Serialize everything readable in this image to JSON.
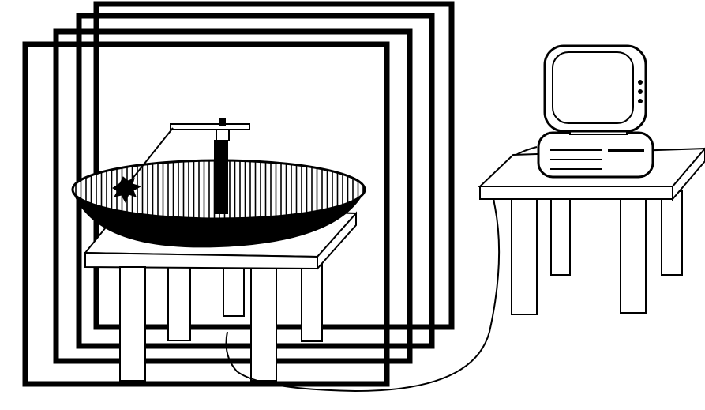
{
  "diagram": {
    "components": [
      "coil-frames",
      "water-tank",
      "tank-table",
      "tracking-arm",
      "fish-target",
      "computer",
      "computer-table",
      "cable"
    ]
  },
  "colors": {
    "ink": "#000000",
    "paper": "#ffffff"
  }
}
